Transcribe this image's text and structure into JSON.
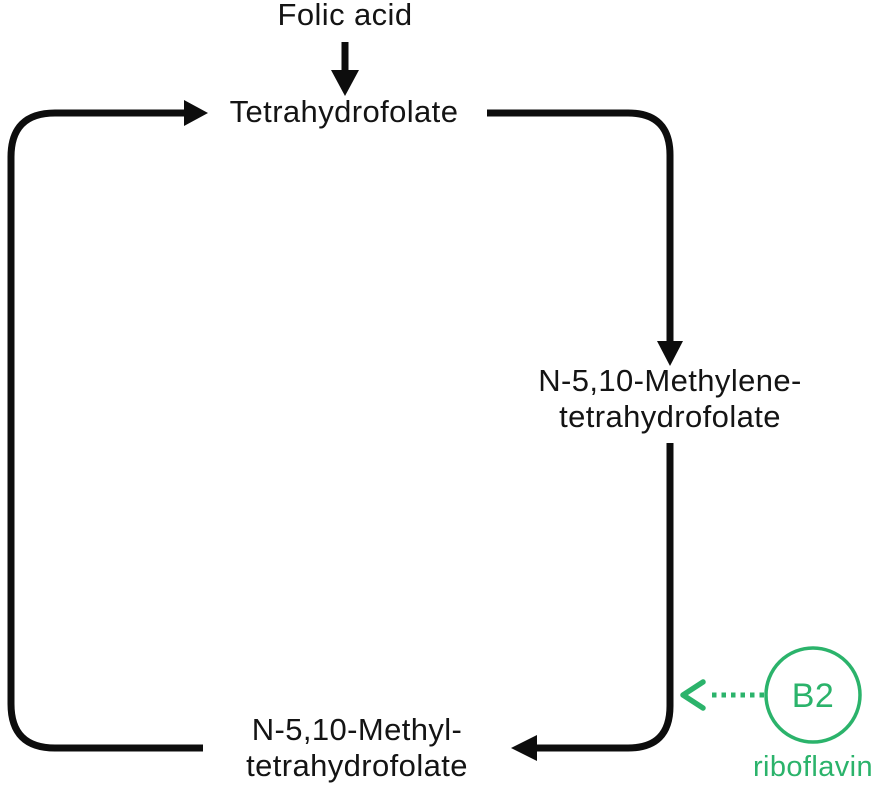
{
  "diagram": {
    "background": "#ffffff",
    "colors": {
      "black": "#0d0d0d",
      "green": "#2bb36b",
      "text": "#141414"
    },
    "nodes": {
      "folic_acid": {
        "label": "Folic acid"
      },
      "tetrahydrofolate": {
        "label": "Tetrahydrofolate"
      },
      "methylene_thf": {
        "label_line1": "N-5,10-Methylene-",
        "label_line2": "tetrahydrofolate"
      },
      "methyl_thf": {
        "label_line1": "N-5,10-Methyl-",
        "label_line2": "tetrahydrofolate"
      },
      "b2": {
        "label": "B2",
        "sublabel": "riboflavin"
      }
    },
    "edges": [
      {
        "from": "folic_acid",
        "to": "tetrahydrofolate",
        "style": "solid-black-arrow",
        "icon": "arrow-down-icon"
      },
      {
        "from": "tetrahydrofolate",
        "to": "methylene_thf",
        "style": "solid-black-arrow-rounded-corner",
        "icon": "arrow-down-icon"
      },
      {
        "from": "methylene_thf",
        "to": "methyl_thf",
        "style": "solid-black-arrow-rounded-corner",
        "icon": "arrow-left-icon"
      },
      {
        "from": "methyl_thf",
        "to": "tetrahydrofolate",
        "style": "solid-black-arrow-rounded-corners",
        "icon": "arrow-right-icon"
      },
      {
        "from": "b2",
        "to": "edge_methylene_to_methyl",
        "style": "dotted-green-arrow",
        "icon": "chevron-left-icon"
      }
    ]
  }
}
